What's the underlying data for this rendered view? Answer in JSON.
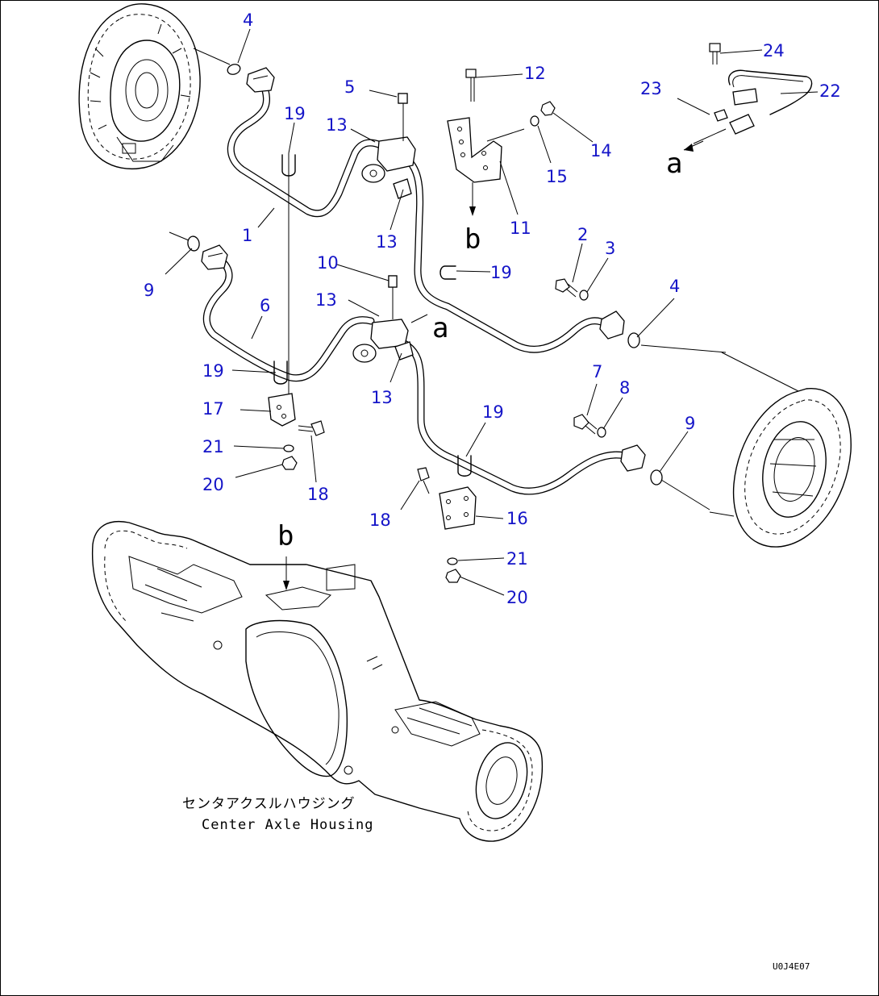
{
  "callouts": {
    "c1": "1",
    "c2": "2",
    "c3": "3",
    "c4a": "4",
    "c4b": "4",
    "c5": "5",
    "c6": "6",
    "c7": "7",
    "c8": "8",
    "c9a": "9",
    "c9b": "9",
    "c10": "10",
    "c11": "11",
    "c12": "12",
    "c13a": "13",
    "c13b": "13",
    "c13c": "13",
    "c13d": "13",
    "c14": "14",
    "c15": "15",
    "c16": "16",
    "c17": "17",
    "c18a": "18",
    "c18b": "18",
    "c19a": "19",
    "c19b": "19",
    "c19c": "19",
    "c19d": "19",
    "c20a": "20",
    "c20b": "20",
    "c21a": "21",
    "c21b": "21",
    "c22": "22",
    "c23": "23",
    "c24": "24"
  },
  "references": {
    "a_sensor": "a",
    "a_pipe": "a",
    "b_bracket": "b",
    "b_housing": "b"
  },
  "caption": {
    "japanese": "センタアクスルハウジング",
    "english": "Center Axle Housing"
  },
  "drawing_code": "U0J4E07",
  "colors": {
    "callout": "#1515c8",
    "line": "#000000",
    "background": "#ffffff"
  }
}
